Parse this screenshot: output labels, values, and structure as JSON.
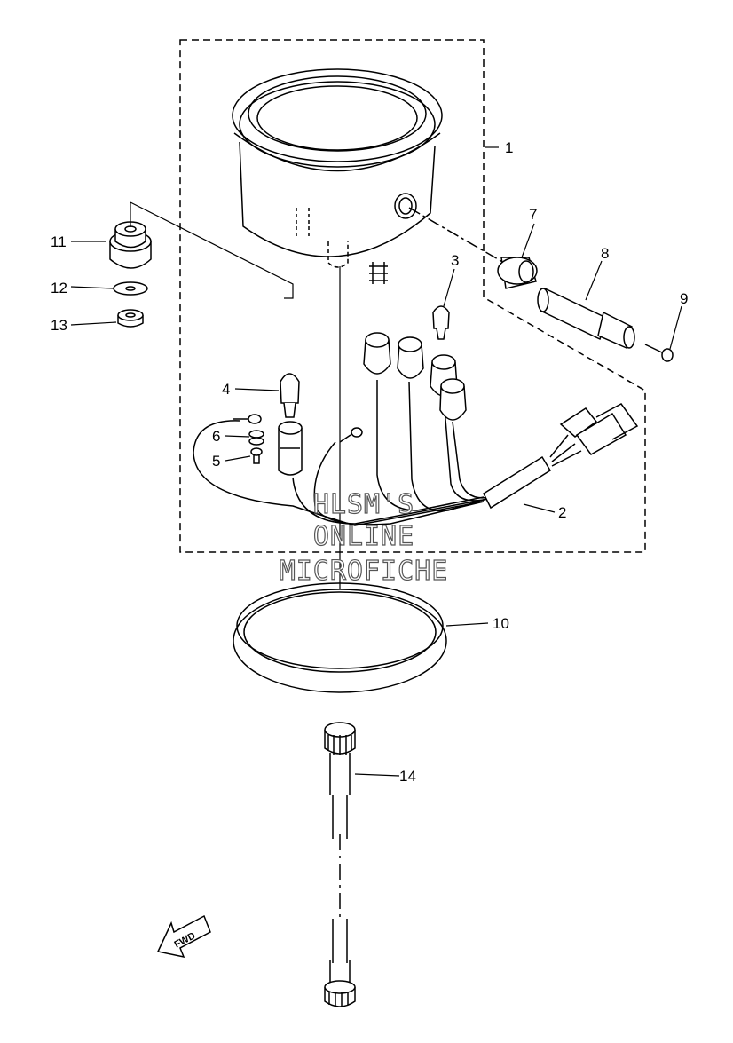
{
  "callouts": {
    "c1": "1",
    "c2": "2",
    "c3": "3",
    "c4": "4",
    "c5": "5",
    "c6": "6",
    "c7": "7",
    "c8": "8",
    "c9": "9",
    "c10": "10",
    "c11": "11",
    "c12": "12",
    "c13": "13",
    "c14": "14"
  },
  "watermark": {
    "line1": "HLSM'S",
    "line2": "ONLINE",
    "line3": "MICROFICHE"
  },
  "direction": {
    "label": "FWD"
  }
}
